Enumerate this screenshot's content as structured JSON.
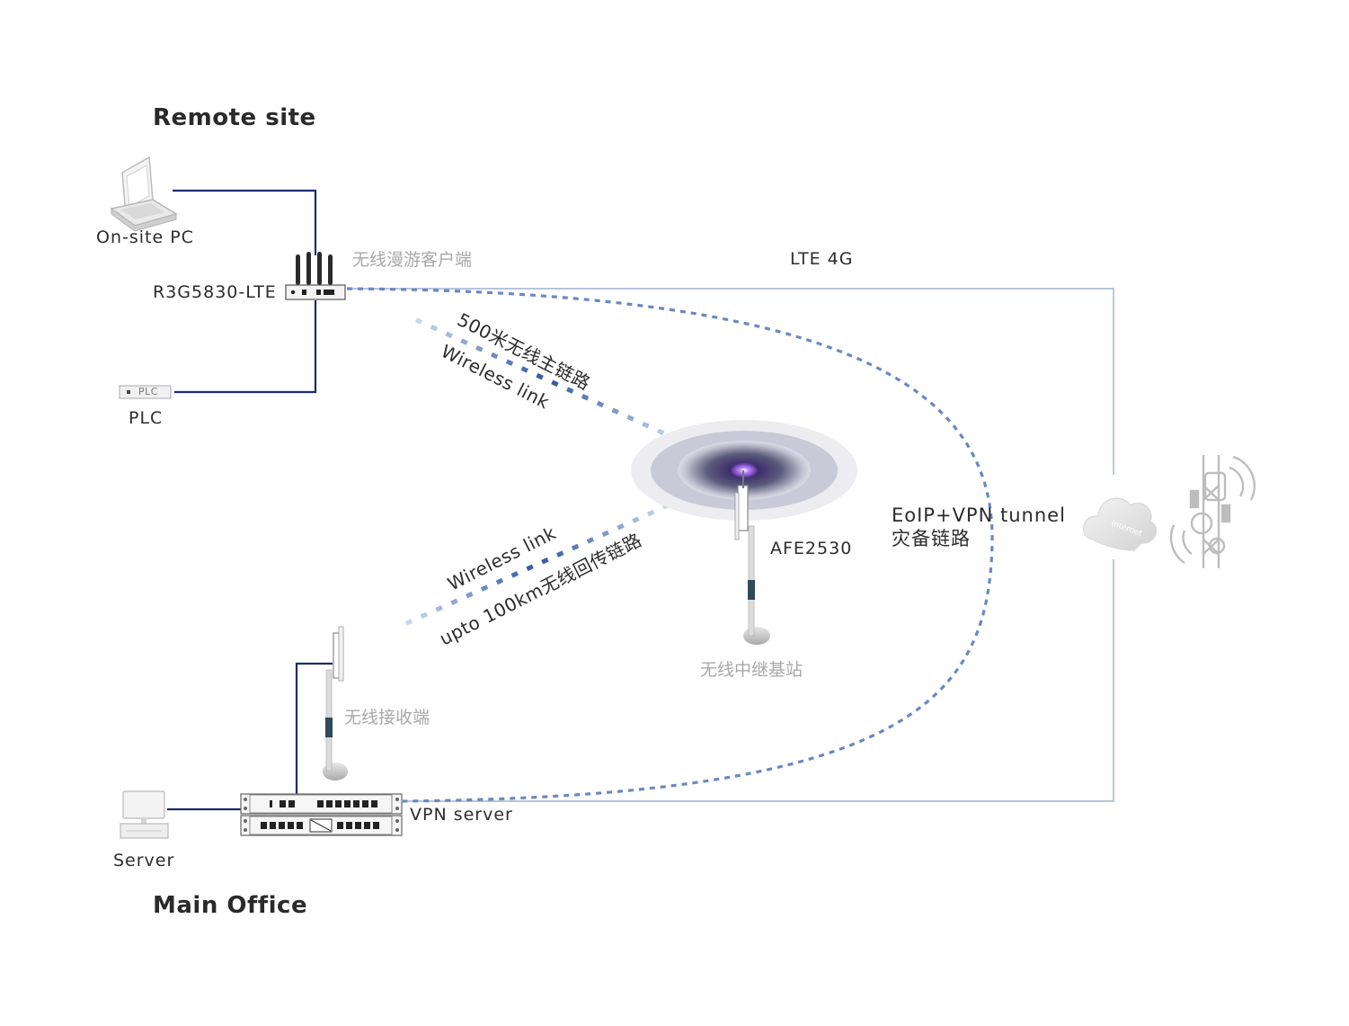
{
  "headings": {
    "remote_site": "Remote site",
    "main_office": "Main Office"
  },
  "devices": {
    "onsite_pc": "On-site PC",
    "router": "R3G5830-LTE",
    "plc_badge": "PLC",
    "plc": "PLC",
    "relay": "AFE2530",
    "vpn_server": "VPN server",
    "server": "Server"
  },
  "captions": {
    "roaming_client": "无线漫游客户端",
    "relay_station": "无线中继基站",
    "receiver": "无线接收端"
  },
  "links": {
    "lte": "LTE 4G",
    "main_link_cn": "500米无线主链路",
    "main_link_en": "Wireless link",
    "back_link_en": "Wireless link",
    "back_link_cn": "upto 100km无线回传链路",
    "tunnel_en": "EoIP+VPN tunnel",
    "tunnel_cn": "灾备链路",
    "internet": "Internet"
  },
  "colors": {
    "wired": "#1e2a6e",
    "dashed": "#6a88c2",
    "lte_line": "#9fb0d0",
    "accent": "#7b3fc0"
  }
}
